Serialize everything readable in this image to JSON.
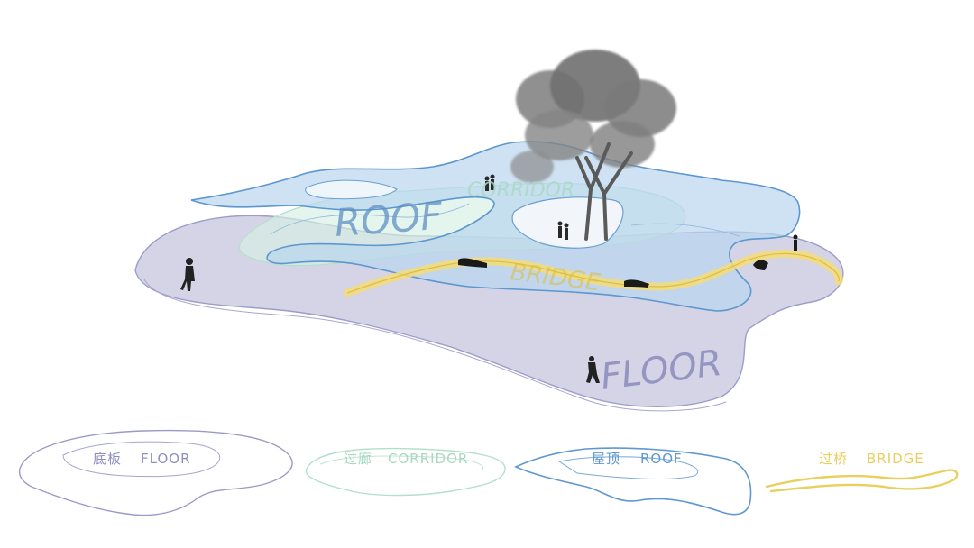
{
  "diagram": {
    "layers": {
      "roof": {
        "label": "ROOF",
        "color": "#6b95c8"
      },
      "corridor": {
        "label": "CORRIDOR",
        "color": "#a9d8c5"
      },
      "bridge": {
        "label": "BRIDGE",
        "color": "#e7cf62"
      },
      "floor": {
        "label": "FLOOR",
        "color": "#9a9ac7"
      }
    },
    "legend": [
      {
        "zh": "底板",
        "en": "FLOOR",
        "color": "#8f8fbf"
      },
      {
        "zh": "过廊",
        "en": "CORRIDOR",
        "color": "#a8d8c2"
      },
      {
        "zh": "屋顶",
        "en": "ROOF",
        "color": "#5f98d0"
      },
      {
        "zh": "过桥",
        "en": "BRIDGE",
        "color": "#e9cf5e"
      }
    ]
  }
}
